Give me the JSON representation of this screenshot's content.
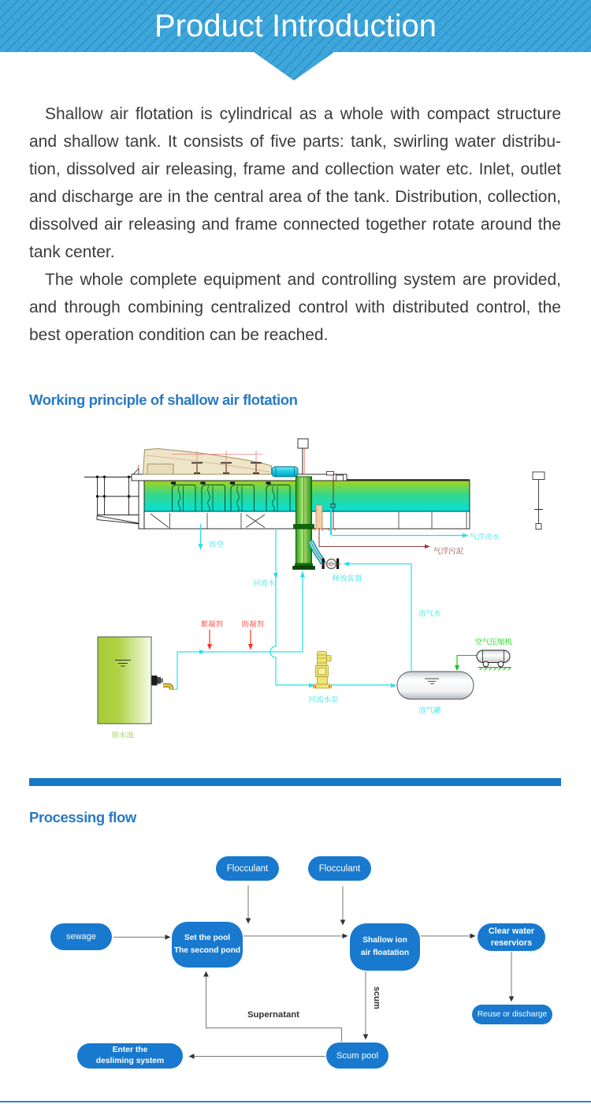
{
  "header": {
    "title": "Product Introduction"
  },
  "intro": {
    "lines": [
      "Shallow air flotation is cylindrical as a whole with compact structure",
      "and shallow tank. It consists of five parts: tank, swirling water distribu-",
      "tion, dissolved air releasing, frame and collection water etc. Inlet, outlet",
      "and discharge are in the central area of the tank. Distribution, collection,",
      "dissolved air releasing and frame connected together rotate around the",
      "tank center.",
      "The whole complete equipment and controlling system are provided,",
      "and through combining centralized control with distributed control, the",
      "best operation condition can be reached."
    ]
  },
  "sections": {
    "working_principle": {
      "heading": "Working principle of shallow air flotation"
    },
    "processing_flow": {
      "heading": "Processing flow"
    }
  },
  "diagram": {
    "labels": {
      "fangkong": {
        "text": "放空",
        "color": "#2BE2EC"
      },
      "qifuchushui": {
        "text": "气浮出水",
        "color": "#2BE2EC"
      },
      "qifuwuni": {
        "text": "气浮污泥",
        "color": "#9B4038"
      },
      "shifang": {
        "text": "释放装置",
        "color": "#2BE2EC"
      },
      "huiliushui": {
        "text": "回流水",
        "color": "#2BE2EC"
      },
      "rongqishui": {
        "text": "溶气水",
        "color": "#2BE2EC"
      },
      "xuningji": {
        "text": "絮凝剂",
        "color": "#F5322E"
      },
      "zhuningji": {
        "text": "助凝剂",
        "color": "#F5322E"
      },
      "kongyajixie": {
        "text": "空气压缩机",
        "color": "#00CF00"
      },
      "huiliushuibeng": {
        "text": "回流水泵",
        "color": "#2BE2EC"
      },
      "rongqiguan": {
        "text": "溶气罐",
        "color": "#2BE2EC"
      },
      "yuanshuichi": {
        "text": "原水池",
        "color": "#8FCB29"
      }
    }
  },
  "flow": {
    "nodes": {
      "flocculant1": {
        "label": "Flocculant"
      },
      "flocculant2": {
        "label": "Flocculant"
      },
      "sewage": {
        "label": "sewage"
      },
      "set_pool": {
        "line1": "Set the pool",
        "line2": "The second pond"
      },
      "shallow_flotation": {
        "line1": "Shallow ion",
        "line2": "air floatation"
      },
      "clear_water": {
        "line1": "Clear water",
        "line2": "reserviors"
      },
      "reuse": {
        "label": "Reuse or discharge"
      },
      "scum_pool": {
        "label": "Scum pool"
      },
      "desliming": {
        "line1": "Enter the",
        "line2": "desliming system"
      }
    },
    "labels": {
      "supernatant": "Supernatant",
      "scum": "scum"
    }
  },
  "colors": {
    "banner_blue": "#3EA6DA",
    "banner_stripe": "#2F97CB",
    "heading_blue": "#2879C5",
    "divider_blue": "#1777C8",
    "node_blue": "#1879CE",
    "body_text": "#3B3B3B"
  }
}
